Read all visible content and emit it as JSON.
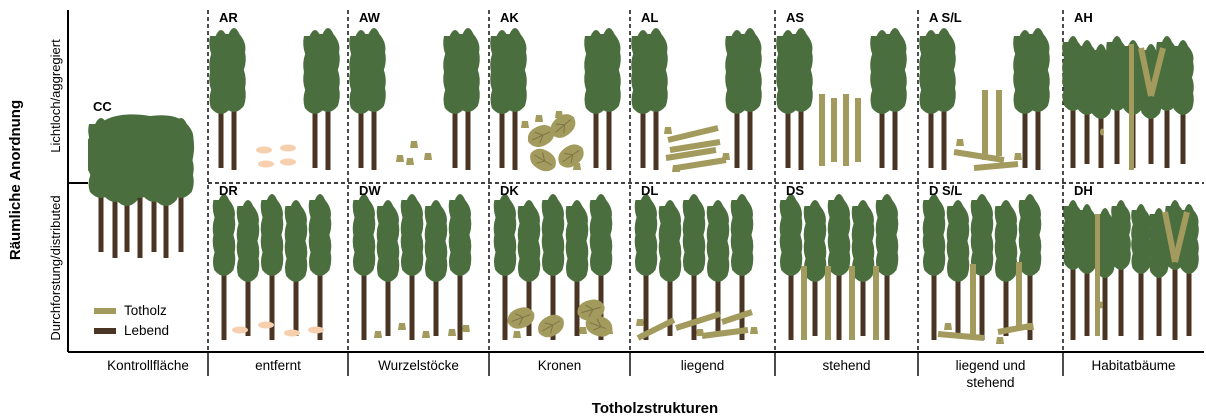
{
  "title_y": "Räumliche Anordnung",
  "row_labels": [
    "Lichtloch/aggregiert",
    "Durchforstung/distributed"
  ],
  "x_title": "Totholzstrukturen",
  "control": {
    "code": "CC",
    "label": "Kontrollfläche"
  },
  "columns": [
    {
      "label_lines": [
        "entfernt"
      ],
      "top": "AR",
      "bottom": "DR",
      "type": "entfernt"
    },
    {
      "label_lines": [
        "Wurzelstöcke"
      ],
      "top": "AW",
      "bottom": "DW",
      "type": "wurzel"
    },
    {
      "label_lines": [
        "Kronen"
      ],
      "top": "AK",
      "bottom": "DK",
      "type": "kronen"
    },
    {
      "label_lines": [
        "liegend"
      ],
      "top": "AL",
      "bottom": "DL",
      "type": "liegend"
    },
    {
      "label_lines": [
        "stehend"
      ],
      "top": "AS",
      "bottom": "DS",
      "type": "stehend"
    },
    {
      "label_lines": [
        "liegend und",
        "stehend"
      ],
      "top": "A S/L",
      "bottom": "D S/L",
      "type": "liegstehend"
    },
    {
      "label_lines": [
        "Habitatbäume"
      ],
      "top": "AH",
      "bottom": "DH",
      "type": "habitat"
    }
  ],
  "legend": [
    {
      "label": "Totholz",
      "color": "#a39a5e"
    },
    {
      "label": "Lebend",
      "color": "#4a3424"
    }
  ],
  "colors": {
    "crown": "#4a6e3d",
    "trunk": "#4a3424",
    "deadwood": "#a39a5e",
    "removed": "#f6cfae",
    "axis": "#000000"
  }
}
